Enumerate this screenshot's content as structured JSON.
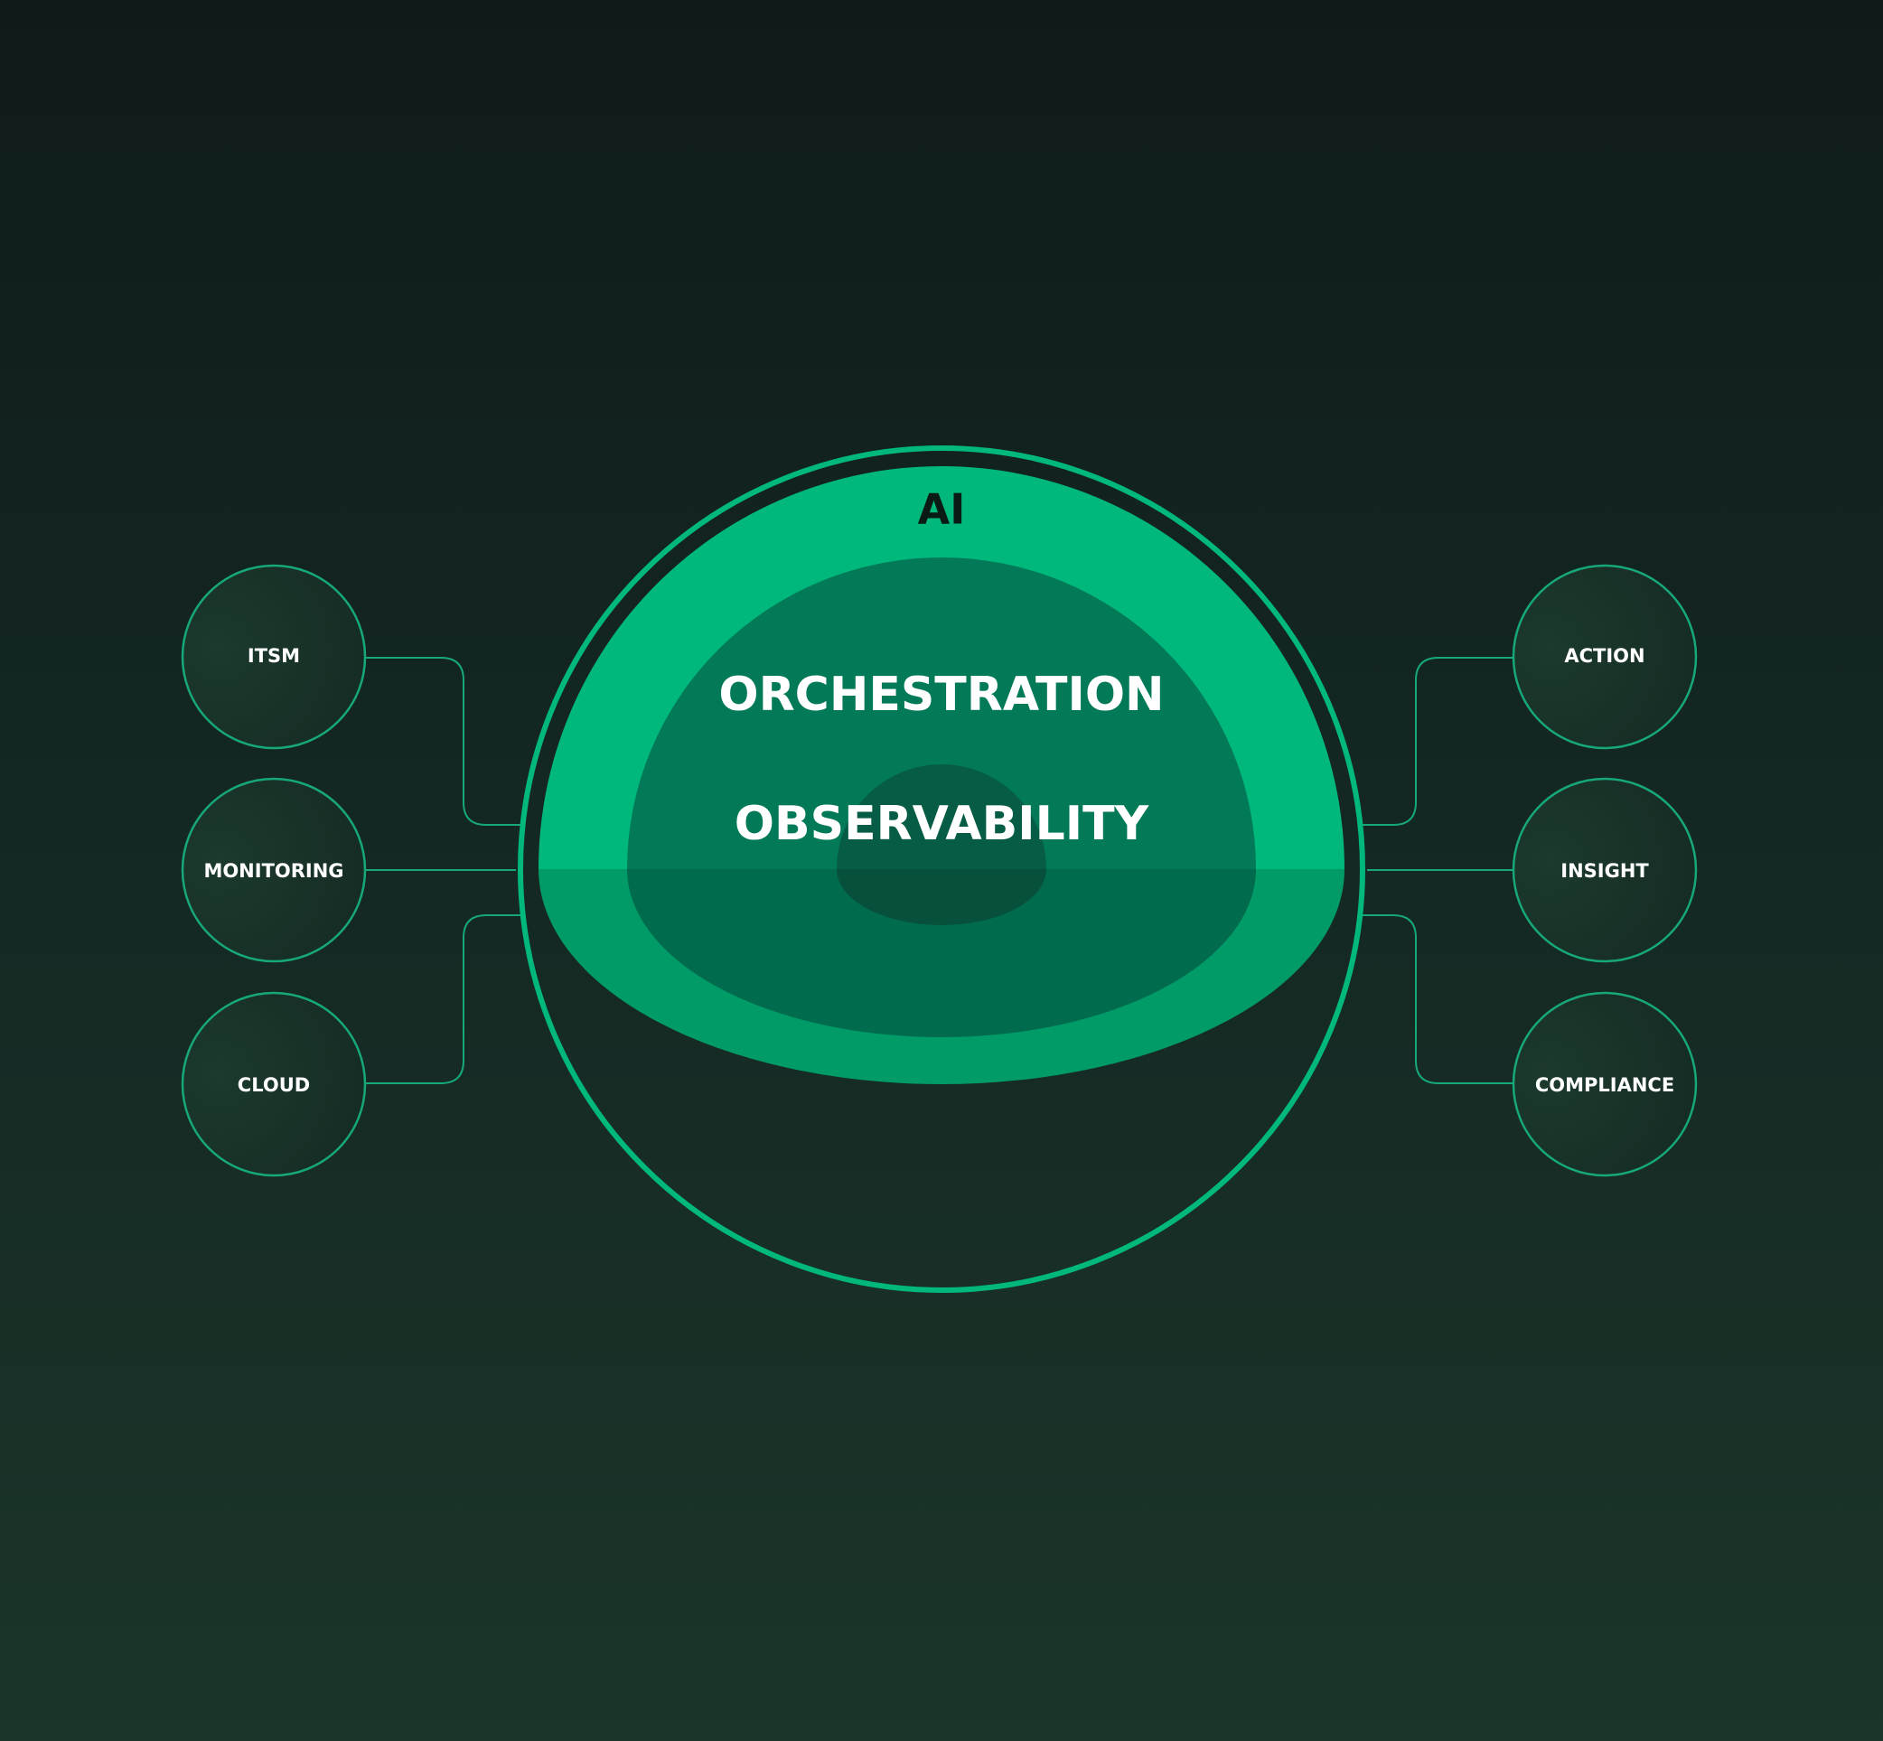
{
  "layers": {
    "outer_label": "AI",
    "middle_label": "ORCHESTRATION",
    "inner_label": "OBSERVABILITY"
  },
  "inputs": [
    {
      "label": "ITSM"
    },
    {
      "label": "MONITORING"
    },
    {
      "label": "CLOUD"
    }
  ],
  "outputs": [
    {
      "label": "ACTION"
    },
    {
      "label": "INSIGHT"
    },
    {
      "label": "COMPLIANCE"
    }
  ],
  "colors": {
    "accent": "#00b87c",
    "outer_ring": "#00b87c",
    "ai_layer_top": "#00b87c",
    "ai_layer_bottom": "#009b67",
    "orchestration_top": "#037a57",
    "orchestration_bottom": "#016b4e",
    "core_top": "#065c44",
    "core_bottom": "#07513c",
    "ai_text": "#0a1a15",
    "label_text": "#ffffff",
    "connector": "#17a87a"
  }
}
